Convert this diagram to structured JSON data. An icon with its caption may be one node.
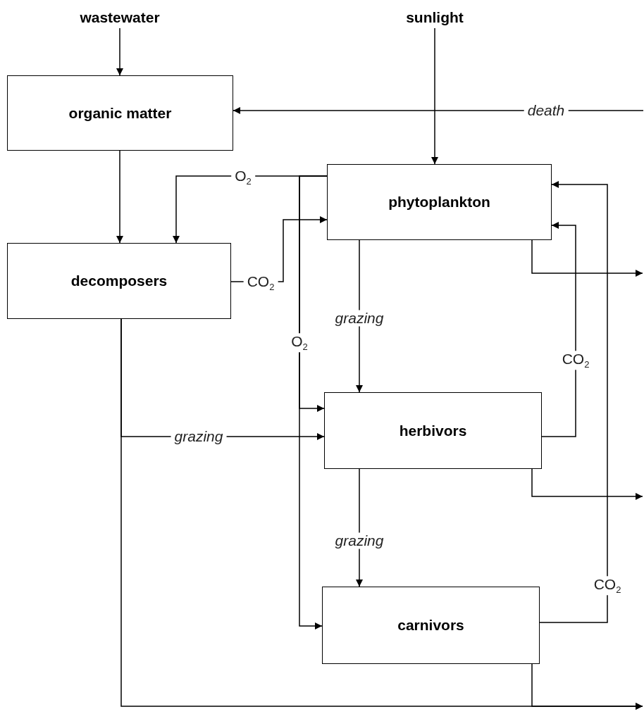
{
  "diagram": {
    "nodes": [
      {
        "text": [
          "wastewater"
        ]
      },
      {
        "text": [
          "sunlight"
        ]
      },
      {
        "text": [
          "organic matter"
        ]
      },
      {
        "text": [
          "decomposers"
        ]
      },
      {
        "text": [
          "phytoplankton"
        ]
      },
      {
        "text": [
          "herbivors"
        ]
      },
      {
        "text": [
          "carnivors"
        ]
      }
    ],
    "edges": [
      {
        "from": 0,
        "to": 2,
        "arrow": "to"
      },
      {
        "from": 1,
        "to": 4,
        "arrow": "to"
      },
      {
        "from": null,
        "to": 2,
        "arrow": "to",
        "label": "death"
      },
      {
        "from": 2,
        "to": 3,
        "arrow": "to"
      },
      {
        "from": 4,
        "to": 3,
        "arrow": "to",
        "label": "O$_{2}$"
      },
      {
        "from": 4,
        "to": 5,
        "arrow": "to",
        "label": "O$_{2}$"
      },
      {
        "from": 4,
        "to": 6,
        "arrow": "to"
      },
      {
        "from": 3,
        "to": 4,
        "arrow": "to",
        "label": "CO$_{2}$"
      },
      {
        "from": 4,
        "to": 5,
        "arrow": "to",
        "label": "grazing"
      },
      {
        "from": 3,
        "to": 5,
        "arrow": "to",
        "label": "grazing"
      },
      {
        "from": 5,
        "to": 6,
        "arrow": "to",
        "label": "grazing"
      },
      {
        "from": 5,
        "to": 4,
        "arrow": "to",
        "label": "CO$_{2}$"
      },
      {
        "from": 6,
        "to": 4,
        "arrow": "to",
        "label": "CO$_{2}$"
      },
      {
        "from": 4,
        "to": null,
        "arrow": "to"
      },
      {
        "from": 5,
        "to": null,
        "arrow": "to"
      },
      {
        "from": 3,
        "to": null,
        "arrow": "to"
      },
      {
        "from": 6,
        "to": null,
        "arrow": "to"
      }
    ]
  }
}
